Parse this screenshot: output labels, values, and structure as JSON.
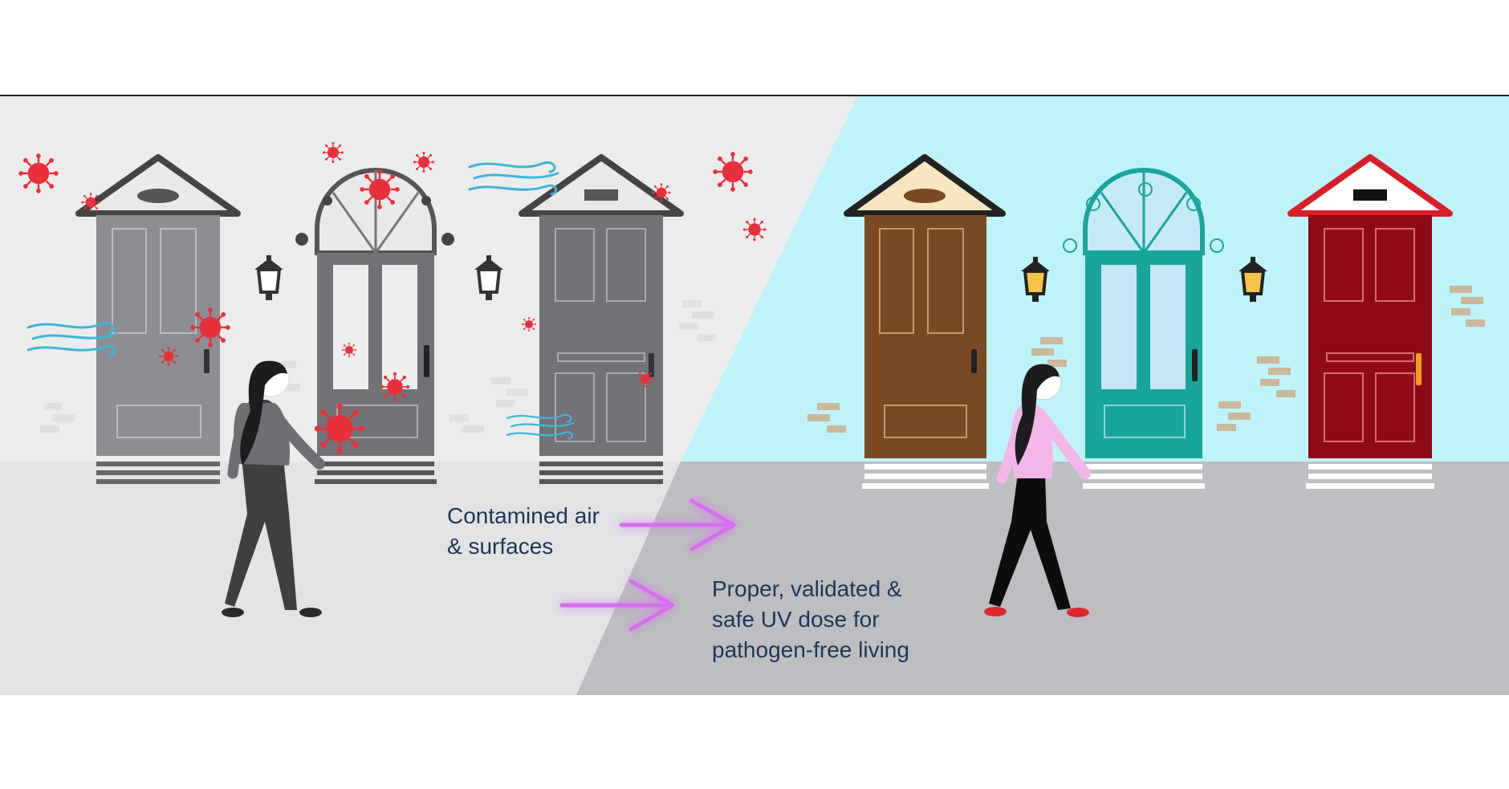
{
  "captions": {
    "contaminated": [
      "Contamined air",
      "& surfaces"
    ],
    "uv": [
      "Proper, validated &",
      "safe UV dose for",
      "pathogen-free living"
    ]
  },
  "colors": {
    "left_sky": "#ececed",
    "left_ground": "#e2e3e5",
    "right_sky": "#bff3fa",
    "right_ground": "#bdbec1",
    "virus": "#e8303a",
    "air_wind": "#3fb5d9",
    "uv_arrow": "#d86df0",
    "caption_text": "#1f3557",
    "brown_door": "#7a4a24",
    "teal_door": "#18a59a",
    "red_door": "#8e0a18",
    "gray_door": "#707277"
  },
  "icons": [
    "virus-icon",
    "wind-icon",
    "lantern-icon",
    "door-icon",
    "person-icon",
    "arrow-icon"
  ]
}
